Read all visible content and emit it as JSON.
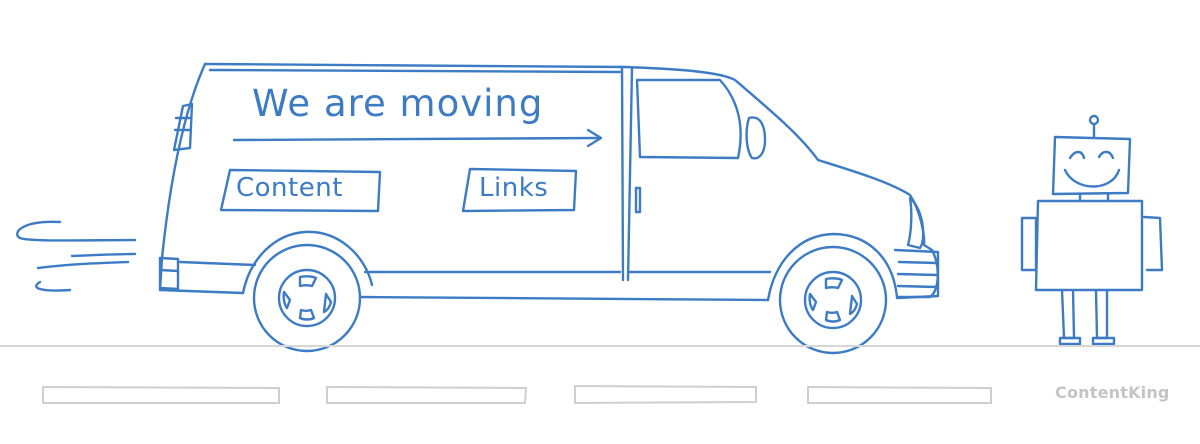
{
  "van": {
    "headline": "We are moving",
    "labels": [
      "Content",
      "Links"
    ]
  },
  "brand": {
    "name": "ContentKing"
  },
  "colors": {
    "sketch": "#3d7cc4",
    "road": "#cfcfcf",
    "brand": "#c4c4c4"
  },
  "icons": [
    "moving-van-icon",
    "speed-lines-icon",
    "robot-mascot-icon",
    "road-icon"
  ]
}
